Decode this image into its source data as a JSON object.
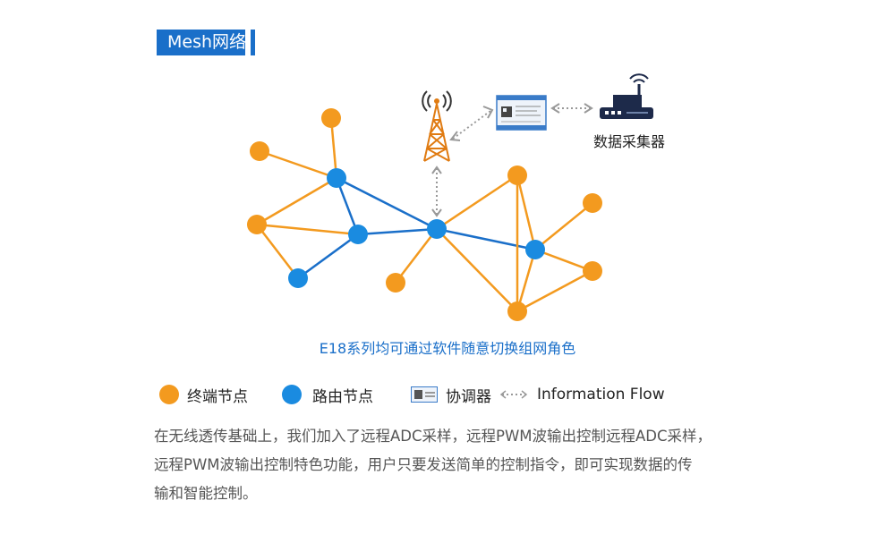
{
  "header": {
    "title": "Mesh网络"
  },
  "diagram": {
    "collector_label": "数据采集器",
    "caption": "E18系列均可通过软件随意切换组网角色",
    "colors": {
      "end_node": "#f39a1f",
      "router_node": "#1a8be0",
      "line_end": "#f39a1f",
      "line_router": "#1a6fc9",
      "accent": "#1a6fc9"
    }
  },
  "legend": {
    "end_node": "终端节点",
    "router_node": "路由节点",
    "coordinator": "协调器",
    "info_flow": "Information Flow"
  },
  "body": {
    "lines": [
      "在无线透传基础上，我们加入了远程ADC采样，远程PWM波输出控制远程ADC采样，",
      "远程PWM波输出控制特色功能，用户只要发送简单的控制指令，即可实现数据的传",
      "输和智能控制。"
    ]
  }
}
